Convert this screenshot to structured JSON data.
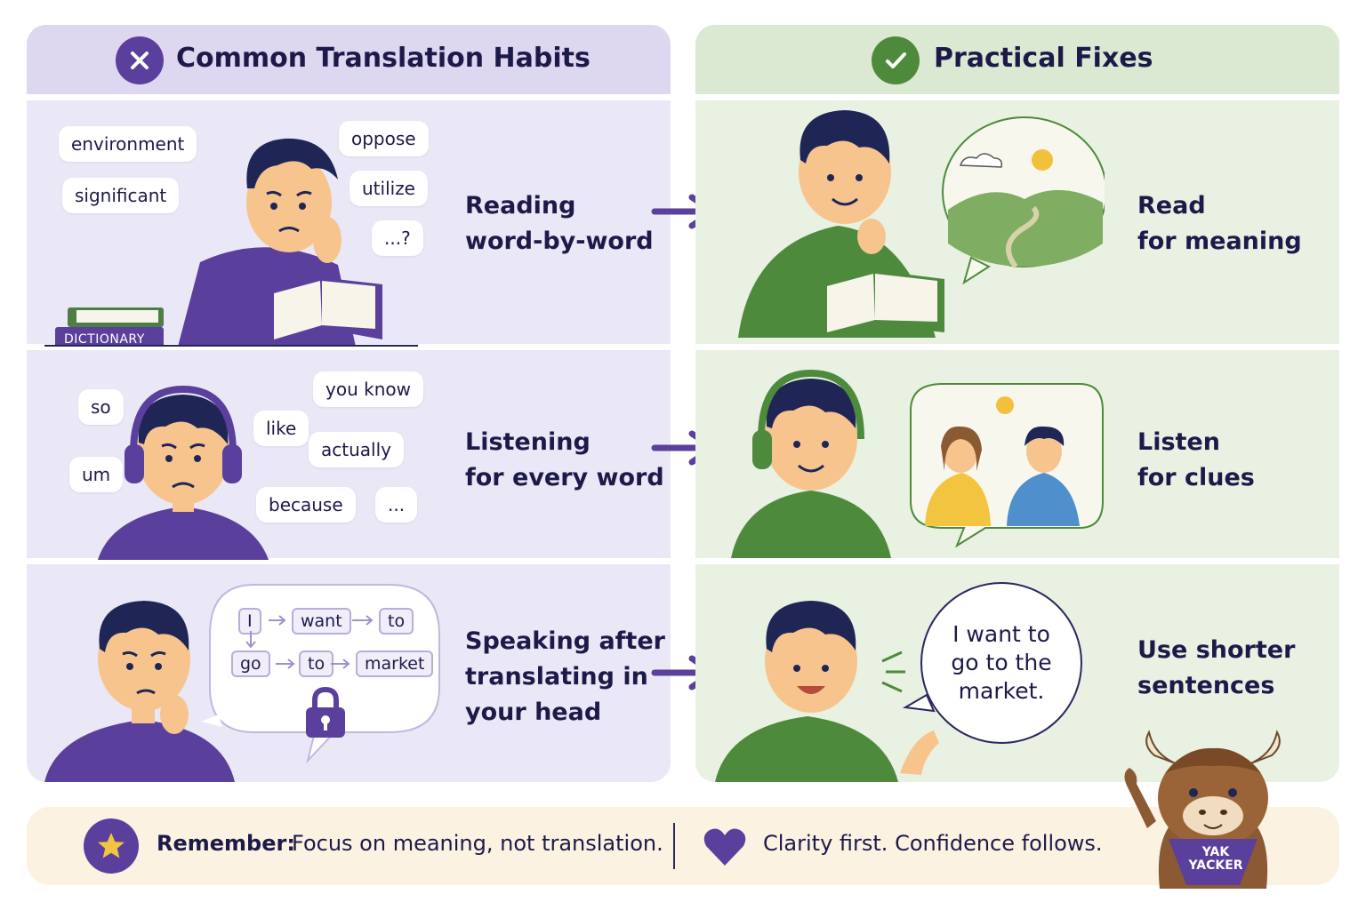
{
  "left": {
    "title": "Common Translation Habits",
    "rows": [
      {
        "text": "Reading\nword-by-word"
      },
      {
        "text": "Listening\nfor every word"
      },
      {
        "text": "Speaking after\ntranslating in\nyour head"
      }
    ]
  },
  "right": {
    "title": "Practical Fixes",
    "rows": [
      {
        "text": "Read\nfor meaning"
      },
      {
        "text": "Listen\nfor clues"
      },
      {
        "text": "Use shorter\nsentences"
      }
    ]
  },
  "row1_words": [
    "environment",
    "significant",
    "oppose",
    "utilize",
    "...?"
  ],
  "dictionary_label": "DICTIONARY",
  "row2_words": [
    "so",
    "um",
    "you know",
    "like",
    "actually",
    "because",
    "..."
  ],
  "row3_flow": [
    "I",
    "want",
    "to",
    "go",
    "to",
    "market"
  ],
  "row3_speech": "I want to\ngo to the\nmarket.",
  "footer": {
    "label": "Remember:",
    "text": "Focus on meaning, not translation.",
    "text2": "Clarity first. Confidence follows."
  },
  "mascot_label": "YAK\nYACKER",
  "colors": {
    "purple": "#5b3f9c",
    "green": "#4e8a3c",
    "left_bg": "#eae7f6",
    "right_bg": "#e9f1e2",
    "footer_bg": "#fbf2e1"
  }
}
